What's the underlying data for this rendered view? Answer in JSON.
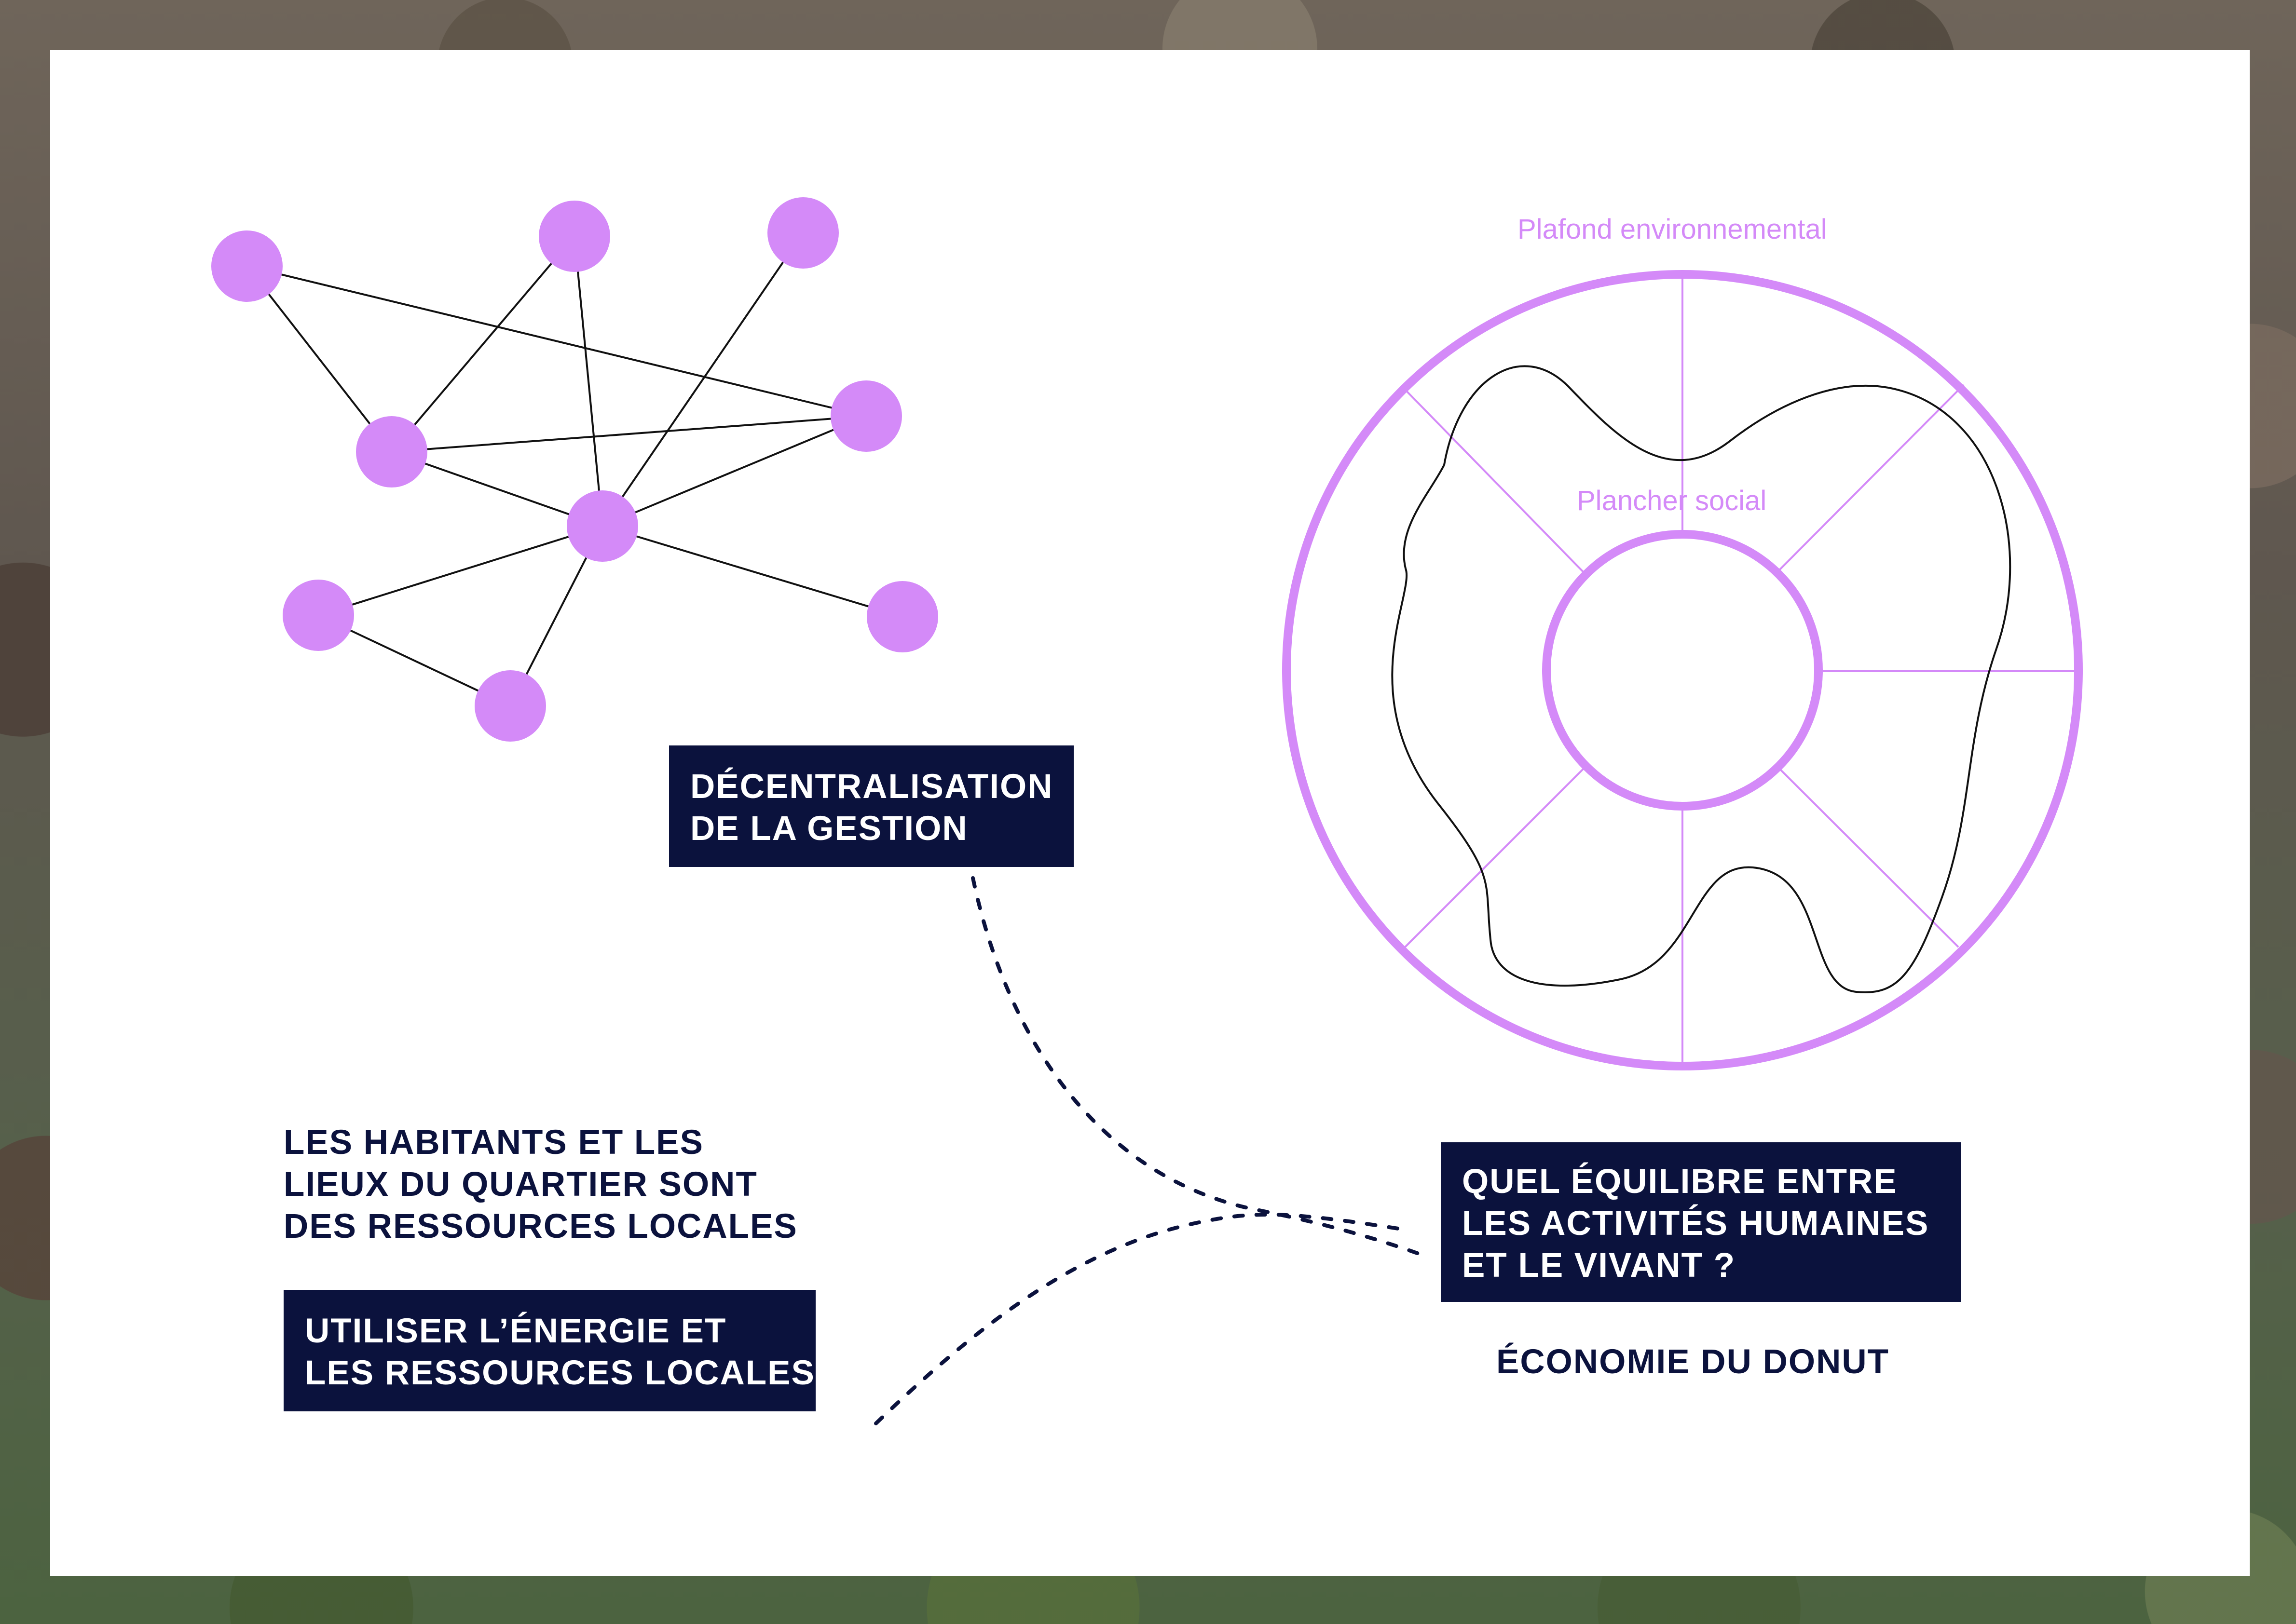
{
  "colors": {
    "navy": "#0b123d",
    "accent": "#d48af8",
    "line": "#111111",
    "white": "#ffffff"
  },
  "left_section": {
    "decentralisation_box": {
      "lines": [
        "DÉCENTRALISATION",
        "DE LA GESTION"
      ]
    },
    "resources_text": {
      "lines": [
        "LES HABITANTS ET LES",
        "LIEUX DU QUARTIER SONT",
        "DES RESSOURCES LOCALES"
      ]
    },
    "local_energy_box": {
      "lines": [
        "UTILISER L’ÉNERGIE ET",
        "LES RESSOURCES LOCALES"
      ]
    }
  },
  "right_section": {
    "plafond_label": "Plafond environnemental",
    "plancher_label": "Plancher social",
    "question_box": {
      "lines": [
        "QUEL ÉQUILIBRE ENTRE",
        "LES ACTIVITÉS HUMAINES",
        "ET LE VIVANT ?"
      ]
    },
    "donut_caption": "ÉCONOMIE DU DONUT"
  }
}
